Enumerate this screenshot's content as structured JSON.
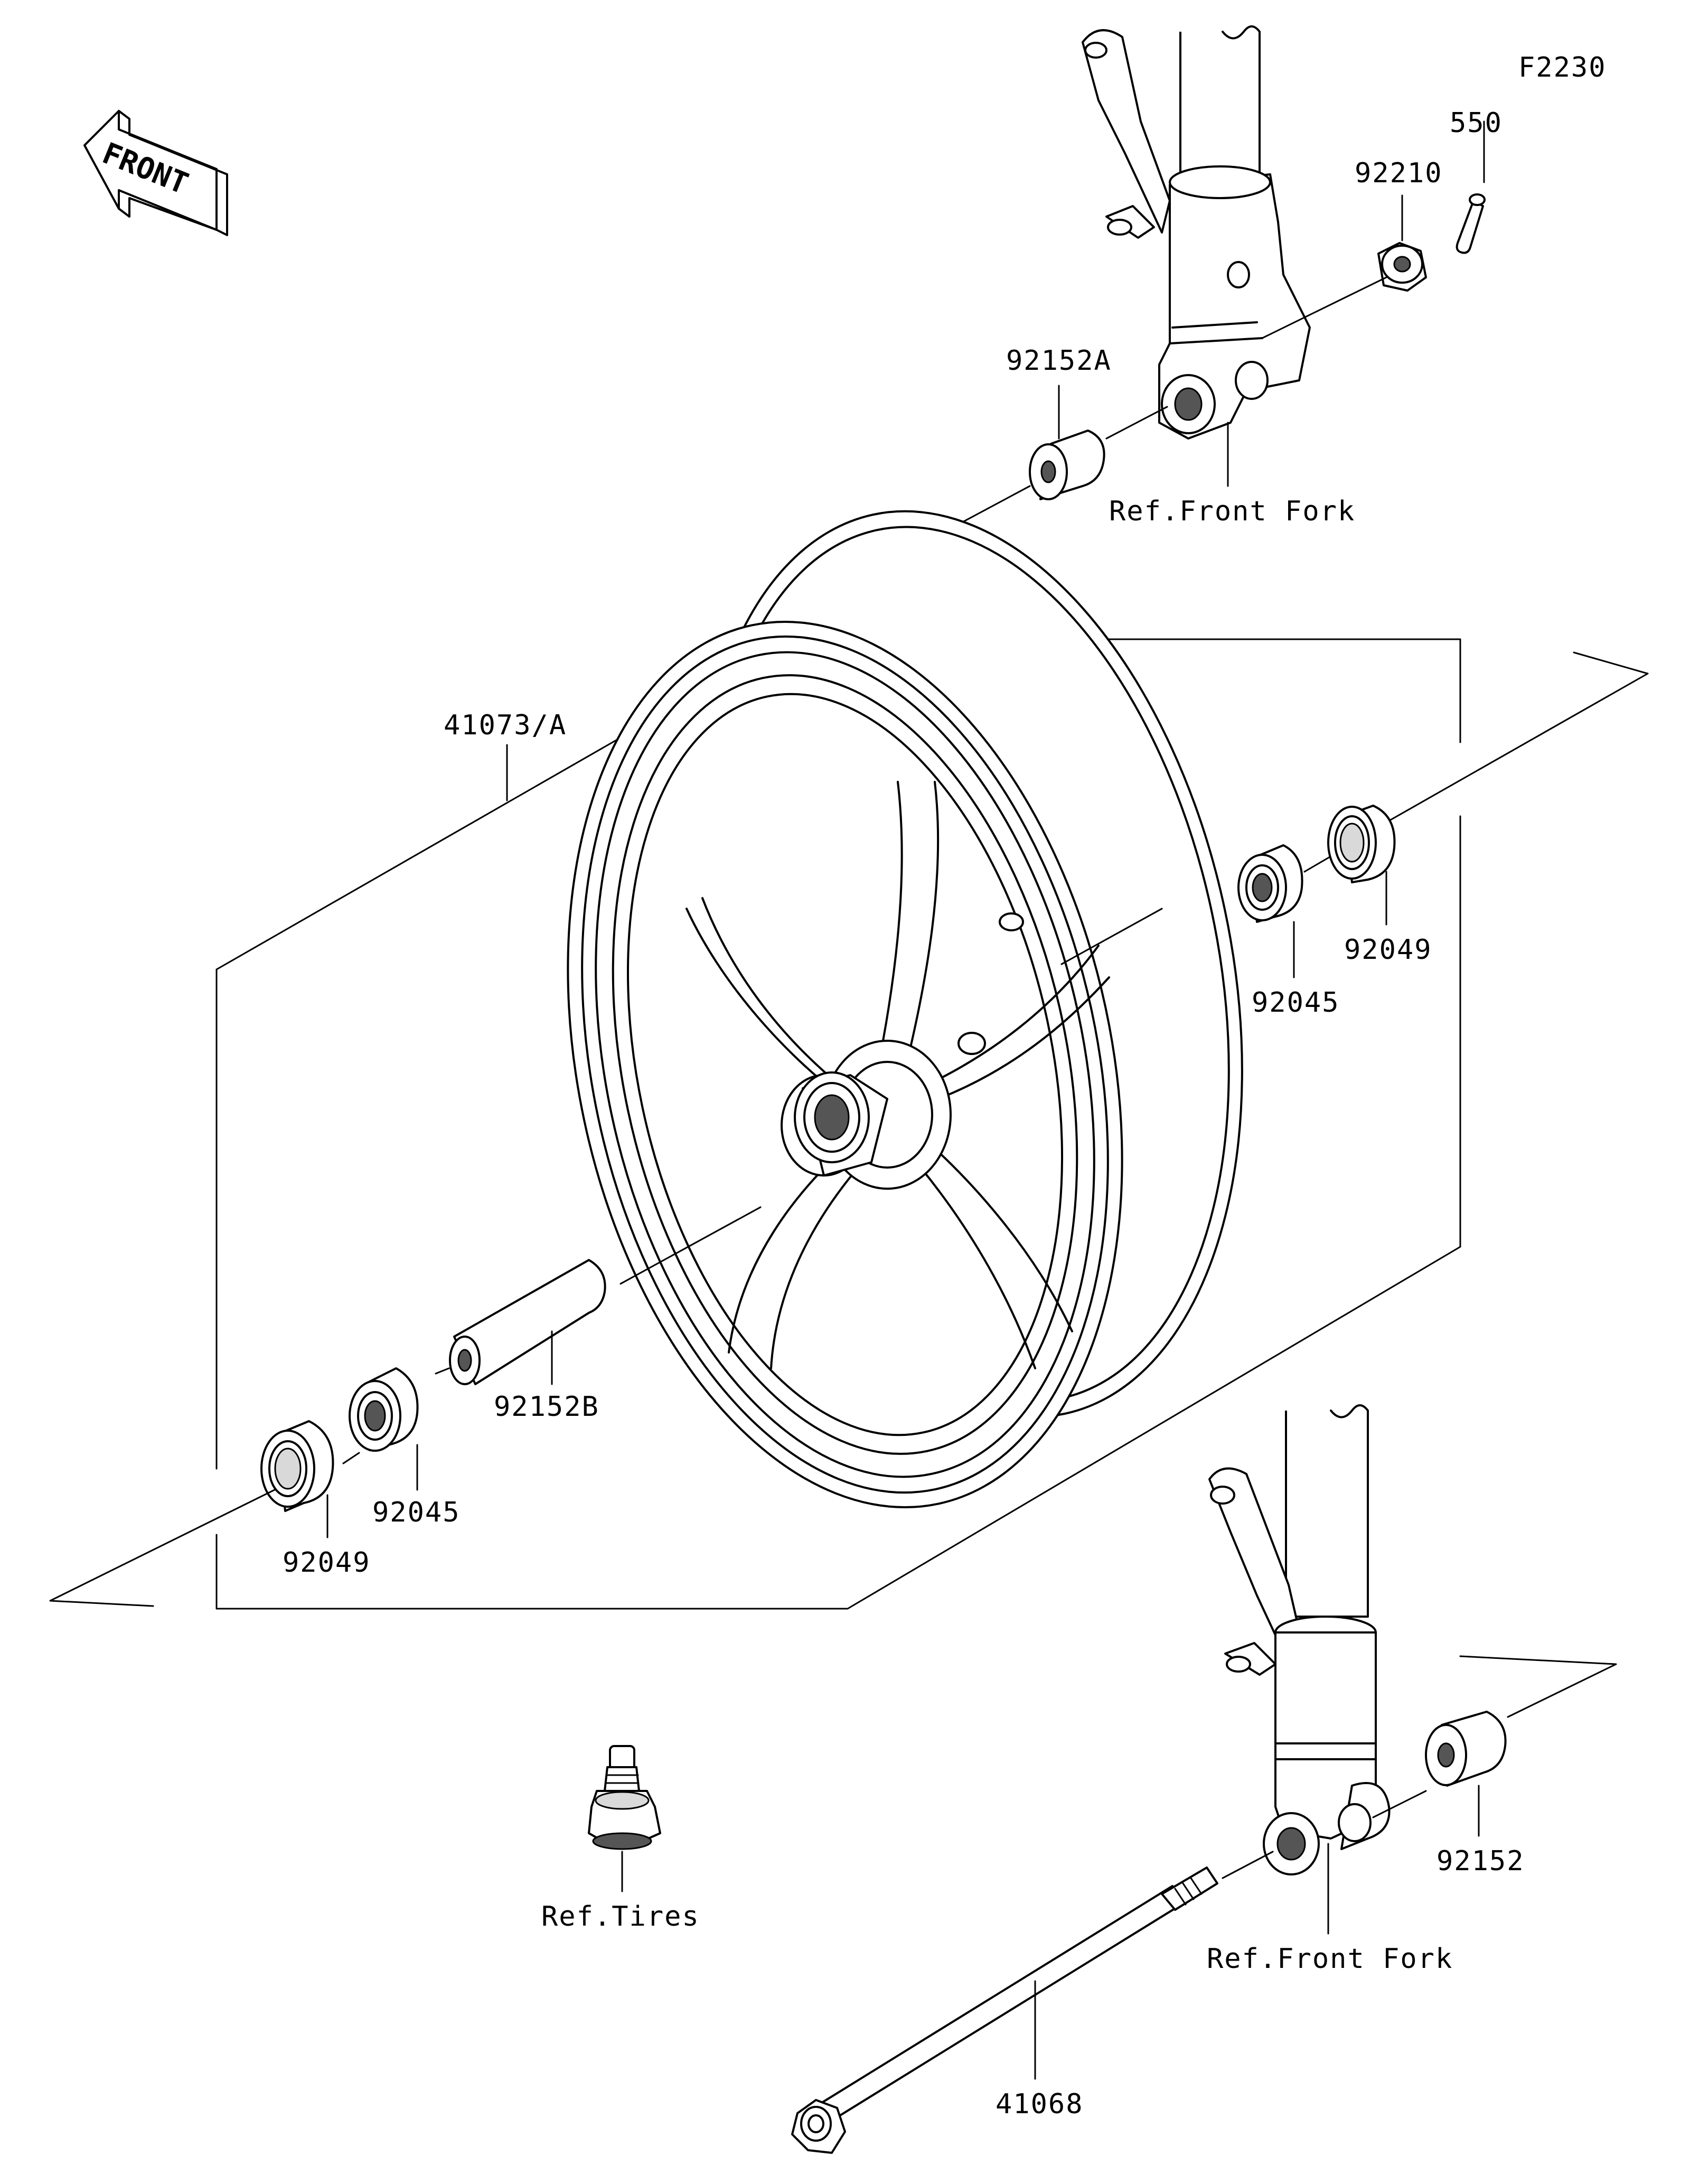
{
  "diagram_code": "F2230",
  "front_arrow": {
    "label": "FRONT",
    "icon": "front-direction-arrow-icon"
  },
  "labels": {
    "p550": "550",
    "p92210": "92210",
    "p92152A": "92152A",
    "ref_front_fork_top": "Ref.Front Fork",
    "p41073A": "41073/A",
    "p92045_right": "92045",
    "p92049_right": "92049",
    "p92152B": "92152B",
    "p92045_left": "92045",
    "p92049_left": "92049",
    "ref_tires": "Ref.Tires",
    "p92152": "92152",
    "ref_front_fork_bottom": "Ref.Front Fork",
    "p41068": "41068"
  }
}
